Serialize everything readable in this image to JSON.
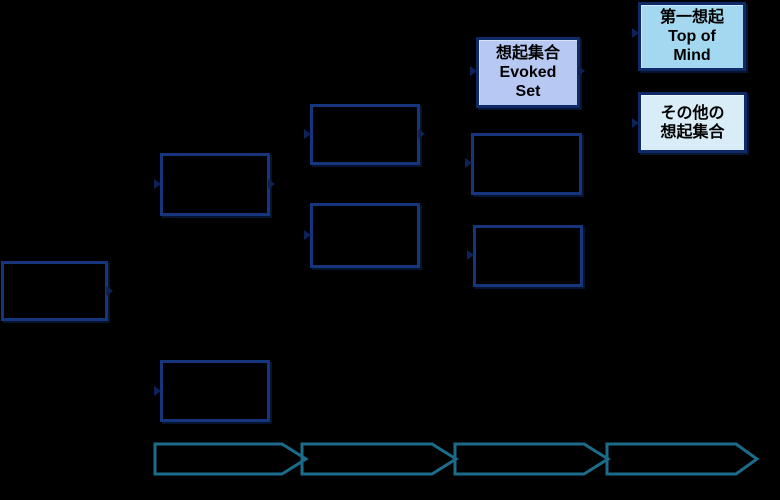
{
  "diagram": {
    "background_color": "#000000",
    "box_border_color": "#15357c",
    "arrow_outline_color": "#1b6c8a",
    "connector_color": "#0d2259",
    "labeled_boxes": [
      {
        "name": "evoked-set",
        "fill": "#b7c9f2",
        "lines": [
          "想起集合",
          "Evoked",
          "Set"
        ]
      },
      {
        "name": "top-of-mind",
        "fill": "#a3d8f0",
        "lines": [
          "第一想起",
          "Top of",
          "Mind"
        ]
      },
      {
        "name": "other-evoked-set",
        "fill": "#d8edf8",
        "lines": [
          "その他の",
          "想起集合"
        ]
      }
    ],
    "empty_box_count": 7,
    "process_arrow_count": 4
  }
}
